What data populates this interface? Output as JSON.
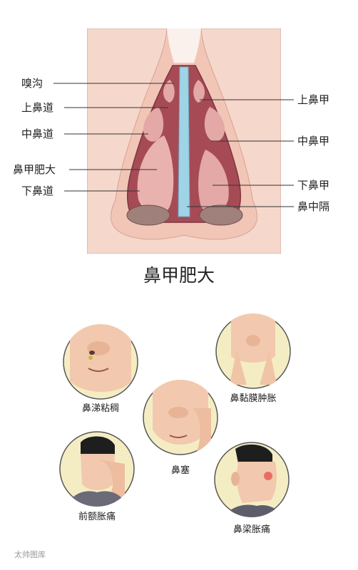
{
  "diagram": {
    "title": "鼻甲肥大",
    "left_labels": [
      {
        "id": "nasal-groove",
        "text": "嗅沟"
      },
      {
        "id": "superior-meatus",
        "text": "上鼻道"
      },
      {
        "id": "middle-meatus",
        "text": "中鼻道"
      },
      {
        "id": "turbinate-hypertrophy",
        "text": "鼻甲肥大"
      },
      {
        "id": "inferior-meatus",
        "text": "下鼻道"
      }
    ],
    "right_labels": [
      {
        "id": "superior-turbinate",
        "text": "上鼻甲"
      },
      {
        "id": "middle-turbinate",
        "text": "中鼻甲"
      },
      {
        "id": "inferior-turbinate",
        "text": "下鼻甲"
      },
      {
        "id": "nasal-septum",
        "text": "鼻中隔"
      }
    ]
  },
  "symptoms": [
    {
      "id": "thick-mucus",
      "text": "鼻涕粘稠"
    },
    {
      "id": "mucosa-swelling",
      "text": "鼻黏膜肿胀"
    },
    {
      "id": "nasal-congestion",
      "text": "鼻塞"
    },
    {
      "id": "forehead-pain",
      "text": "前额胀痛"
    },
    {
      "id": "bridge-pain",
      "text": "鼻梁胀痛"
    }
  ],
  "watermark": "太帅图库",
  "colors": {
    "skin": "#f4d2c4",
    "panel_bg": "#f6d7cb",
    "cavity": "#a64b56",
    "turbinate": "#e4a8a6",
    "septum": "#9fd3e6",
    "circle_bg": "#f4edc4"
  }
}
